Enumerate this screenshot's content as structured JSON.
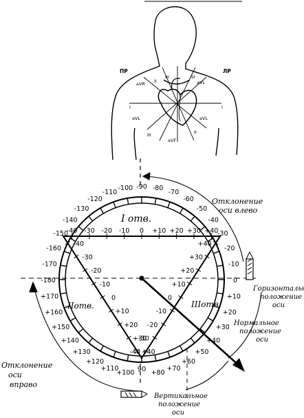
{
  "torso": {
    "right_side": "ПР",
    "left_side": "ЛР",
    "leads": [
      "aVR",
      "aVL",
      "aVF",
      "aVL",
      "aVL",
      "I",
      "II",
      "III",
      "III",
      "I",
      "II",
      "III"
    ]
  },
  "scale": {
    "outer_ticks": [
      "-90",
      "-80",
      "-70",
      "-60",
      "-50",
      "-40",
      "-30",
      "-20",
      "-10",
      "0",
      "+10",
      "+20",
      "+30",
      "+40",
      "+50",
      "+60",
      "+70",
      "+80",
      "+90",
      "+100",
      "+110",
      "+120",
      "+130",
      "+140",
      "+150",
      "+160",
      "+170",
      "-180",
      "-170",
      "-160",
      "-150",
      "-140",
      "-130",
      "-120",
      "-110",
      "-100"
    ],
    "lead_I_label": "I отв.",
    "lead_II_label": "IIотв.",
    "lead_III_label": "IIIотв.",
    "lead_I_ticks": [
      "-40",
      "-30",
      "-20",
      "-10",
      "0",
      "+10",
      "+20",
      "+30",
      "+40"
    ],
    "lead_II_ticks": [
      "-40",
      "-30",
      "-20",
      "-10",
      "0",
      "+10",
      "+20",
      "+30",
      "+40"
    ],
    "lead_III_ticks": [
      "+40",
      "+30",
      "+20",
      "+10",
      "0",
      "-10",
      "-20",
      "-30",
      "-40"
    ],
    "bottom_label": "90"
  },
  "annotations": {
    "left_deviation": "Отклонение оси влево",
    "horizontal": "Горизонтальное положение оси",
    "normal": "Нормальное положение оси",
    "vertical": "Вертикальное положение оси",
    "right_deviation": "Отклонение оси вправо"
  }
}
